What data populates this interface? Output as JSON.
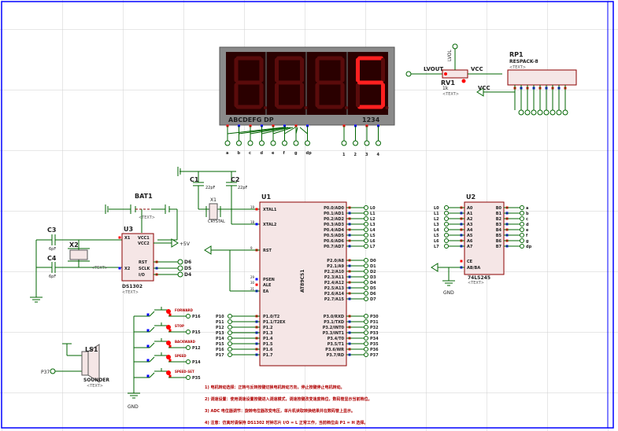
{
  "colors": {
    "background": "#ffffff",
    "sheet_border": "#0000ff",
    "grid": "#c8c8c8",
    "wire": "#006400",
    "body_fill": "#f5e6e6",
    "body_outline": "#8b0000",
    "seg_on": "#ff2020",
    "seg_off": "#5a0b0b",
    "display_frame": "#8a8a8a",
    "display_glass": "#2a0000",
    "pin_red": "#ff0000",
    "pin_blue": "#0000ff",
    "text_dark": "#202020",
    "note_red": "#b00000"
  },
  "display": {
    "digit_segments": [
      "abcdefg",
      "abcdefg",
      "abcdefg",
      "acdfg"
    ],
    "digit_on": [
      false,
      false,
      false,
      true
    ],
    "pin_labels": "ABCDEFG DP",
    "digit_labels": "1234",
    "seg_pin_names": [
      "a",
      "b",
      "c",
      "d",
      "e",
      "f",
      "g",
      "dp"
    ],
    "dig_pin_names": [
      "1",
      "2",
      "3",
      "4"
    ]
  },
  "labels": {
    "rv1_vout": "LVOUT",
    "rv1_vcc": "VCC",
    "rv1_name": "RV1",
    "rv1_vcc2": "VCC",
    "rv1_ref": "1k",
    "rp1": "RP1",
    "rp1_value": "RESPACK-8",
    "bat1": "BAT1",
    "x1": "X1",
    "crystal_freq": "CRYSTAL",
    "c1": "C1",
    "c2": "C2",
    "c1_val": "22pF",
    "c2_val": "22pF",
    "c3": "C3",
    "c4": "C4",
    "c3_val": "6pF",
    "c4_val": "6pF",
    "x2": "X2",
    "u3": "U3",
    "u3_part": "DS1302",
    "u1": "U1",
    "u1_part": "AT89C51",
    "u2": "U2",
    "u2_part": "74LS245",
    "ls1": "LS1",
    "ls1_part": "SOUNDER",
    "p37": "P37",
    "gnd1": "GND",
    "gnd2": "GND",
    "text_tag": "<TEXT>",
    "plus5v": "+5V"
  },
  "u1_left_pins": [
    "XTAL1",
    "XTAL2",
    "RST",
    "PSEN",
    "ALE",
    "EA"
  ],
  "u1_left_nums": [
    "19",
    "18",
    "9",
    "29",
    "30",
    "31"
  ],
  "u1_p1_pins": [
    "P1.0/T2",
    "P1.1/T2EX",
    "P1.2",
    "P1.3",
    "P1.4",
    "P1.5",
    "P1.6",
    "P1.7"
  ],
  "u1_p0_pins": [
    "P0.0/AD0",
    "P0.1/AD1",
    "P0.2/AD2",
    "P0.3/AD3",
    "P0.4/AD4",
    "P0.5/AD5",
    "P0.6/AD6",
    "P0.7/AD7"
  ],
  "u1_p2_pins": [
    "P2.0/A8",
    "P2.1/A9",
    "P2.2/A10",
    "P2.3/A11",
    "P2.4/A12",
    "P2.5/A13",
    "P2.6/A14",
    "P2.7/A15"
  ],
  "u1_p3_pins": [
    "P3.0/RXD",
    "P3.1/TXD",
    "P3.2/INT0",
    "P3.3/INT1",
    "P3.4/T0",
    "P3.5/T1",
    "P3.6/WR",
    "P3.7/RD"
  ],
  "p0_nets": [
    "L0",
    "L1",
    "L2",
    "L3",
    "L4",
    "L5",
    "L6",
    "L7"
  ],
  "p2_nets": [
    "D0",
    "D1",
    "D2",
    "D3",
    "D4",
    "D5",
    "D6",
    "D7"
  ],
  "p3_nets": [
    "P30",
    "P31",
    "P32",
    "P33",
    "P34",
    "P35",
    "P36",
    "P37"
  ],
  "p1_nets": [
    "P10",
    "P11",
    "P12",
    "P13",
    "P14",
    "P15",
    "P16",
    "P17"
  ],
  "u3_pins": [
    "VCC1",
    "VCC2",
    "RST",
    "SCLK",
    "I/O"
  ],
  "u3_nets": [
    "D6",
    "D5",
    "D4"
  ],
  "u2_a_pins": [
    "A0",
    "A1",
    "A2",
    "A3",
    "A4",
    "A5",
    "A6",
    "A7"
  ],
  "u2_b_pins": [
    "B0",
    "B1",
    "B2",
    "B3",
    "B4",
    "B5",
    "B6",
    "B7"
  ],
  "u2_ctrl": [
    "CE",
    "AB/BA"
  ],
  "u2_in_nets": [
    "L0",
    "L1",
    "L2",
    "L3",
    "L4",
    "L5",
    "L6",
    "L7"
  ],
  "u2_out_nets": [
    "a",
    "b",
    "c",
    "d",
    "e",
    "f",
    "g",
    "dp"
  ],
  "buttons": [
    {
      "net": "P16",
      "label": "FORWARD"
    },
    {
      "net": "P15",
      "label": "STOP"
    },
    {
      "net": "P12",
      "label": "BACKWARD"
    },
    {
      "net": "P14",
      "label": "SPEED"
    },
    {
      "net": "P35",
      "label": "SPEED-SET"
    }
  ],
  "notes": [
    "1) 电机转动选择：正转与反转按键切换电机转动方向，停止按键停止电机转动。",
    "2) 调速设置：使用调速设置按键进入调速模式，调速按键改变速度档位，数码管显示当前档位。",
    "3) ADC 电位器调节：旋转电位器改变电压，单片机读取转换结果并在数码管上显示。",
    "4) 注意：仿真时请保持 DS1302 时钟芯片 I/O = L 正常工作，当前档位由 P1 = H 选择。"
  ]
}
